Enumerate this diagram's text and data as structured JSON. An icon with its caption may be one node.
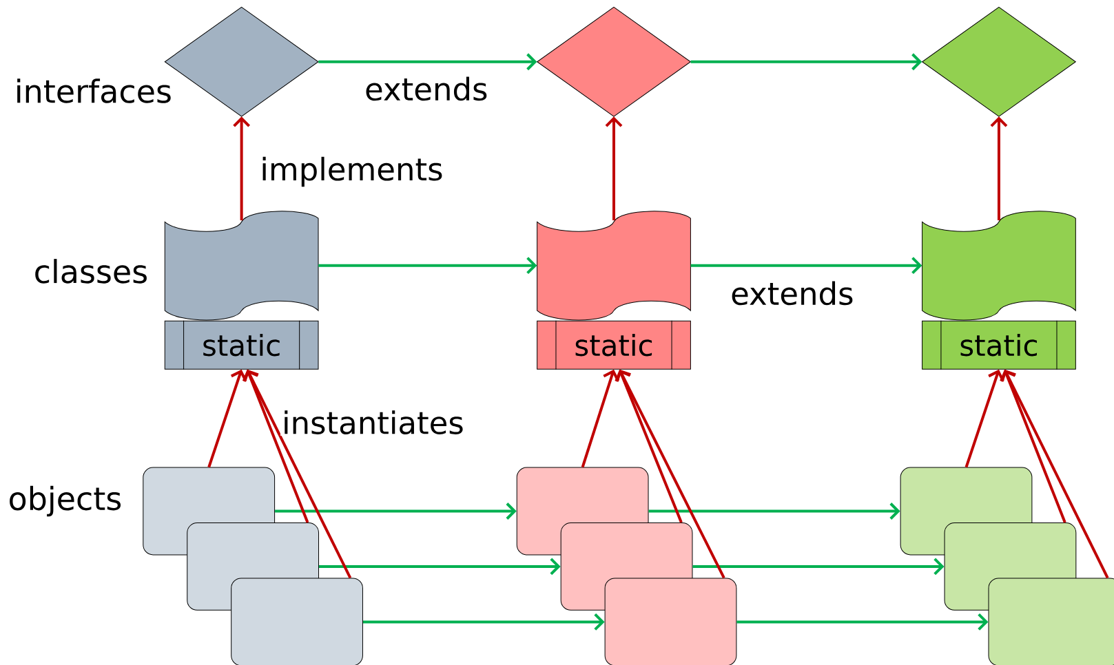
{
  "diagram": {
    "nodes": [
      {
        "text": [],
        "shape": "diamond"
      },
      {
        "text": [],
        "shape": "diamond"
      },
      {
        "text": [],
        "shape": "diamond"
      },
      {
        "text": [],
        "shape": "document"
      },
      {
        "text": [],
        "shape": "document"
      },
      {
        "text": [],
        "shape": "document"
      },
      {
        "text": [
          "static"
        ]
      },
      {
        "text": [
          "static"
        ]
      },
      {
        "text": [
          "static"
        ]
      },
      {
        "text": [],
        "shape": "box"
      },
      {
        "text": [],
        "shape": "box"
      },
      {
        "text": [],
        "shape": "box"
      },
      {
        "text": [],
        "shape": "box"
      },
      {
        "text": [],
        "shape": "box"
      },
      {
        "text": [],
        "shape": "box"
      },
      {
        "text": [],
        "shape": "box"
      },
      {
        "text": [],
        "shape": "box"
      },
      {
        "text": [],
        "shape": "box"
      }
    ],
    "edges": [
      {
        "from": 0,
        "to": 1,
        "arrow": "to",
        "label": "extends",
        "color": "#00b050"
      },
      {
        "from": 1,
        "to": 2,
        "arrow": "to",
        "color": "#00b050"
      },
      {
        "from": 3,
        "to": 4,
        "arrow": "to",
        "color": "#00b050"
      },
      {
        "from": 4,
        "to": 5,
        "arrow": "to",
        "label": "extends",
        "color": "#00b050"
      },
      {
        "from": 9,
        "to": 12,
        "arrow": "to",
        "color": "#00b050"
      },
      {
        "from": 12,
        "to": 15,
        "arrow": "to",
        "color": "#00b050"
      },
      {
        "from": 10,
        "to": 13,
        "arrow": "to",
        "color": "#00b050"
      },
      {
        "from": 13,
        "to": 16,
        "arrow": "to",
        "color": "#00b050"
      },
      {
        "from": 11,
        "to": 14,
        "arrow": "to",
        "color": "#00b050"
      },
      {
        "from": 14,
        "to": 17,
        "arrow": "to",
        "color": "#00b050"
      },
      {
        "from": 3,
        "to": 0,
        "arrow": "to",
        "label": "implements"
      },
      {
        "from": 4,
        "to": 1,
        "arrow": "to"
      },
      {
        "from": 5,
        "to": 2,
        "arrow": "to"
      },
      {
        "from": 9,
        "to": 6,
        "arrow": "to"
      },
      {
        "from": 10,
        "to": 6,
        "arrow": "to"
      },
      {
        "from": 11,
        "to": 6,
        "arrow": "to",
        "label": "instantiates"
      },
      {
        "from": 12,
        "to": 7,
        "arrow": "to"
      },
      {
        "from": 13,
        "to": 7,
        "arrow": "to"
      },
      {
        "from": 14,
        "to": 7,
        "arrow": "to"
      },
      {
        "from": 15,
        "to": 8,
        "arrow": "to"
      },
      {
        "from": 16,
        "to": 8,
        "arrow": "to"
      },
      {
        "from": 17,
        "to": 8,
        "arrow": "to"
      }
    ],
    "labels": [
      "interfaces",
      "classes",
      "objects"
    ]
  }
}
